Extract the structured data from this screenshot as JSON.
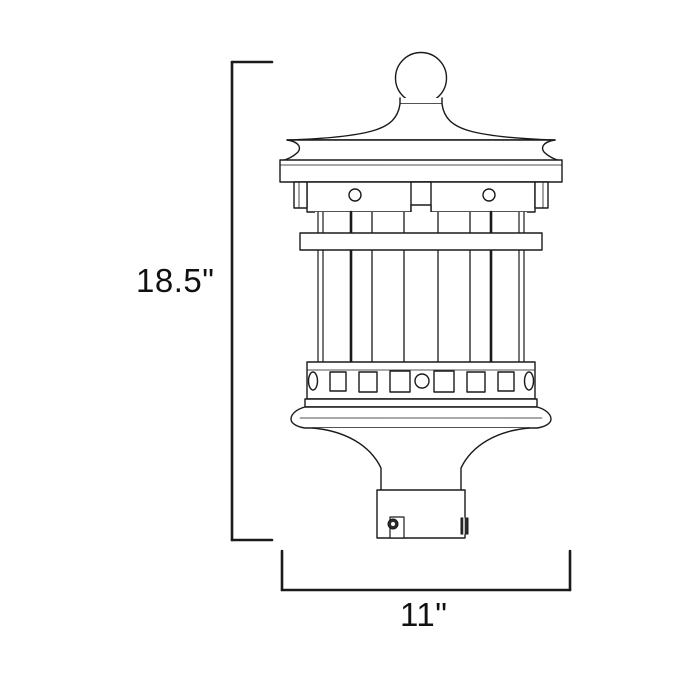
{
  "drawing": {
    "title": "Outdoor Post Mount Lantern Dimension Drawing",
    "background_color": "#ffffff",
    "line_color": "#1a1a1a",
    "fill_color": "#ffffff",
    "text_color": "#111111"
  },
  "dimensions": {
    "height": {
      "label": "18.5\"",
      "value": 18.5,
      "unit": "inch",
      "orientation": "vertical",
      "position": "left"
    },
    "width": {
      "label": "11\"",
      "value": 11,
      "unit": "inch",
      "orientation": "horizontal",
      "position": "bottom"
    }
  },
  "product": {
    "type": "post-mount-lantern",
    "parts": [
      {
        "name": "finial-ball",
        "description": "Spherical finial at top"
      },
      {
        "name": "finial-neck",
        "description": "Short neck below the ball"
      },
      {
        "name": "roof-dome",
        "description": "Curved flared roof cap"
      },
      {
        "name": "roof-plate",
        "description": "Wide flat roof brim plate"
      },
      {
        "name": "upper-frame-band",
        "description": "Band with two round rivets"
      },
      {
        "name": "rivet-left",
        "description": "Round rivet on left of upper band"
      },
      {
        "name": "rivet-right",
        "description": "Round rivet on right of upper band"
      },
      {
        "name": "mid-rail",
        "description": "Horizontal rail crossing the glass"
      },
      {
        "name": "glass-panel",
        "description": "Glass area with vertical mullions"
      },
      {
        "name": "mullions",
        "description": "Vertical frame bars across glass"
      },
      {
        "name": "lower-band",
        "description": "Band with square cutouts and center circle"
      },
      {
        "name": "square-cutouts",
        "count": 6,
        "description": "Square perforations in lower band"
      },
      {
        "name": "center-circle",
        "description": "Round vent in center of lower band"
      },
      {
        "name": "bottom-plate",
        "description": "Flared curved bottom plate"
      },
      {
        "name": "post-neck",
        "description": "Tapered flared neck below lantern"
      },
      {
        "name": "post-fitter",
        "description": "Rectangular post fitter box"
      },
      {
        "name": "set-screw-left",
        "description": "Set screw on left of fitter"
      },
      {
        "name": "set-screw-right",
        "description": "Set screw on right of fitter"
      }
    ]
  }
}
